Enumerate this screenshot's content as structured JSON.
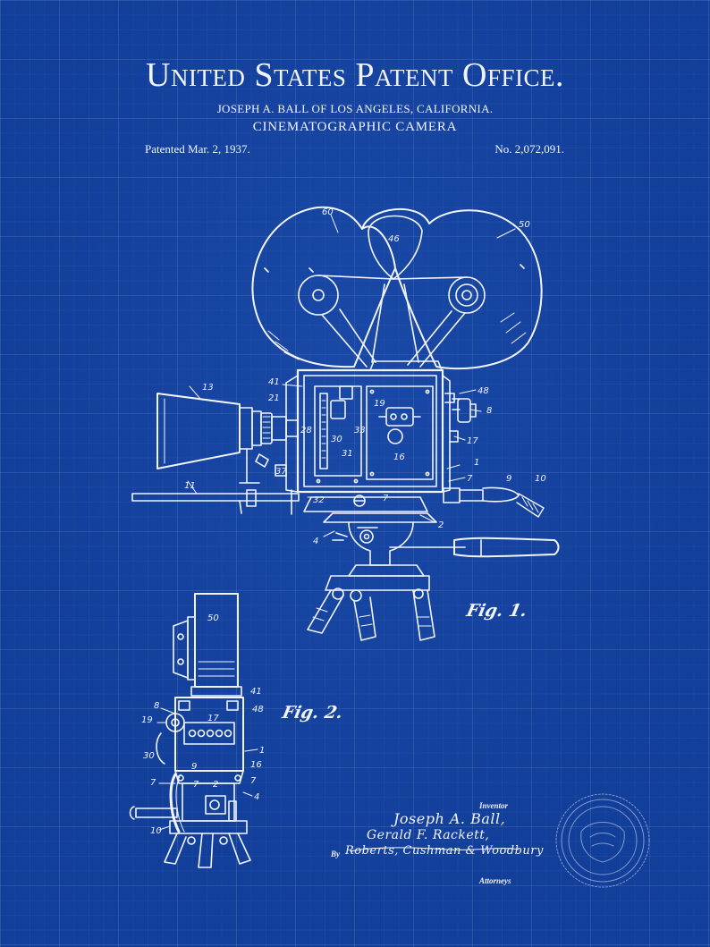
{
  "header": {
    "title": "United States Patent Office.",
    "inventor_line": "JOSEPH A. BALL OF LOS ANGELES, CALIFORNIA.",
    "invention_title": "CINEMATOGRAPHIC CAMERA",
    "patent_date": "Patented Mar. 2, 1937.",
    "patent_number": "No. 2,072,091."
  },
  "figures": {
    "fig1_label": "Fig. 1.",
    "fig2_label": "Fig. 2.",
    "fig1_refs": [
      "60",
      "46",
      "50",
      "13",
      "41",
      "21",
      "48",
      "8",
      "19",
      "28",
      "30",
      "33",
      "31",
      "16",
      "17",
      "1",
      "7",
      "9",
      "10",
      "11",
      "37",
      "32",
      "7",
      "2",
      "4"
    ],
    "fig2_refs": [
      "50",
      "41",
      "48",
      "8",
      "17",
      "19",
      "1",
      "30",
      "16",
      "9",
      "7",
      "7",
      "2",
      "7",
      "4",
      "10"
    ]
  },
  "signature": {
    "inventor_caption": "Inventor",
    "inventor_1": "Joseph A. Ball,",
    "inventor_2": "Gerald F. Rackett,",
    "by": "By",
    "attorney_signature": "Roberts, Cushman & Woodbury",
    "attorneys_caption": "Attorneys"
  },
  "colors": {
    "background": "#123f9a",
    "ink": "#f2f5ff"
  },
  "seal_icon": "patent-seal-icon"
}
